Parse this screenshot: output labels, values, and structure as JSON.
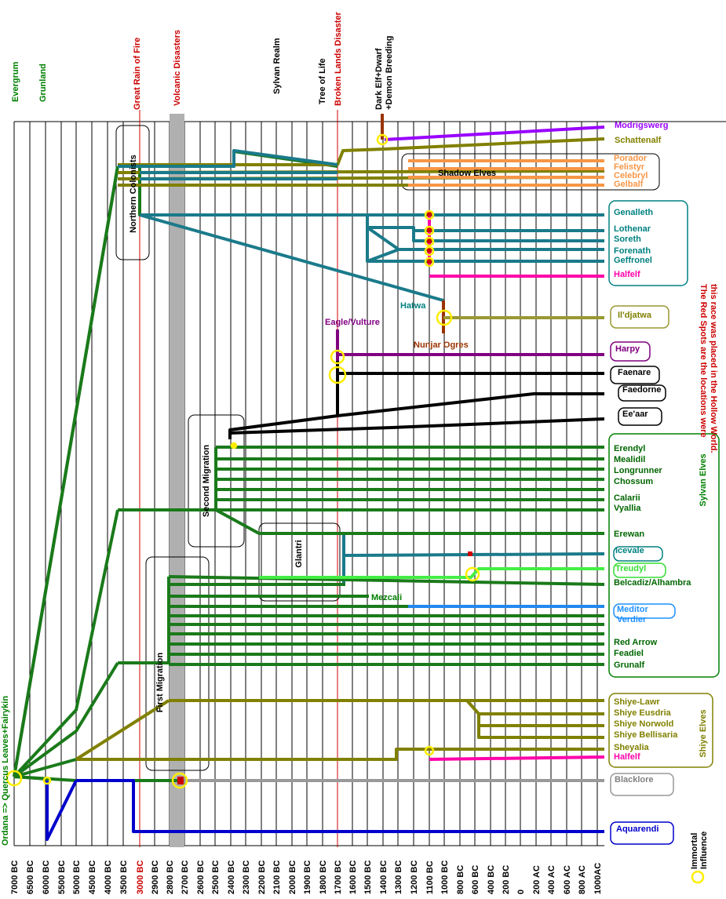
{
  "timeline": {
    "ticks": [
      "7000 BC",
      "6500 BC",
      "6000 BC",
      "5500 BC",
      "5000 BC",
      "4500 BC",
      "4000 BC",
      "3500 BC",
      "3000 BC",
      "2900 BC",
      "2800 BC",
      "2700 BC",
      "2600 BC",
      "2500 BC",
      "2400 BC",
      "2300 BC",
      "2200 BC",
      "2100 BC",
      "2000 BC",
      "1900 BC",
      "1800 BC",
      "1700 BC",
      "1600 BC",
      "1500 BC",
      "1400 BC",
      "1300 BC",
      "1200 BC",
      "1100 BC",
      "1000 BC",
      "800 BC",
      "600 BC",
      "400 BC",
      "200 BC",
      "0",
      "200 AC",
      "400 AC",
      "600 AC",
      "800 AC",
      "1000AC"
    ],
    "highlight_tick": "3000 BC"
  },
  "events": [
    {
      "label": "Evergrum",
      "color": "#008000"
    },
    {
      "label": "Grunland",
      "color": "#008000"
    },
    {
      "label": "Great Rain of Fire",
      "color": "#cc0000"
    },
    {
      "label": "Volcanic Disasters",
      "color": "#cc0000"
    },
    {
      "label": "Sylvan Realm",
      "color": "#000000"
    },
    {
      "label": "Tree of Life",
      "color": "#000000"
    },
    {
      "label": "Broken Lands Disaster",
      "color": "#cc0000"
    },
    {
      "label": "Dark Elf+Dwarf",
      "color": "#000000"
    },
    {
      "label": "+Demon Breeding",
      "color": "#000000"
    }
  ],
  "origin_label": "Ordana => Quercus Leaves+Fairykin",
  "migrations": [
    "Northern Colonists",
    "Second Migration",
    "First Migration",
    "Glantri"
  ],
  "inline_labels": {
    "shadow_elves": "Shadow Elves",
    "hatwa": "Hatwa",
    "eagle_vulture": "Eagle/Vulture",
    "nunjar_ogres": "Nunjar Ogres",
    "mezcali": "Mezcali"
  },
  "races": [
    {
      "name": "Modrigswerg",
      "color": "#9900ff"
    },
    {
      "name": "Schattenalf",
      "color": "#808000"
    },
    {
      "name": "Porador",
      "color": "#f79646"
    },
    {
      "name": "Felistyr",
      "color": "#f79646"
    },
    {
      "name": "Celebryl",
      "color": "#f79646"
    },
    {
      "name": "Gelbalf",
      "color": "#f79646"
    },
    {
      "name": "Genalleth",
      "color": "#008080"
    },
    {
      "name": "Lothenar",
      "color": "#008080"
    },
    {
      "name": "Soreth",
      "color": "#008080"
    },
    {
      "name": "Forenath",
      "color": "#008080"
    },
    {
      "name": "Geffronel",
      "color": "#008080"
    },
    {
      "name": "Halfelf",
      "color": "#ff00aa"
    },
    {
      "name": "Il'djatwa",
      "color": "#808000"
    },
    {
      "name": "Harpy",
      "color": "#800080"
    },
    {
      "name": "Faenare",
      "color": "#000000"
    },
    {
      "name": "Faedorne",
      "color": "#000000"
    },
    {
      "name": "Ee'aar",
      "color": "#000000"
    },
    {
      "name": "Erendyl",
      "color": "#006600"
    },
    {
      "name": "Mealidil",
      "color": "#006600"
    },
    {
      "name": "Longrunner",
      "color": "#006600"
    },
    {
      "name": "Chossum",
      "color": "#006600"
    },
    {
      "name": "Calarii",
      "color": "#006600"
    },
    {
      "name": "Vyallia",
      "color": "#006600"
    },
    {
      "name": "Erewan",
      "color": "#006600"
    },
    {
      "name": "Icevale",
      "color": "#008080"
    },
    {
      "name": "Treudyl",
      "color": "#33dd33"
    },
    {
      "name": "Belcadiz/Alhambra",
      "color": "#006600"
    },
    {
      "name": "Meditor",
      "color": "#1e90ff"
    },
    {
      "name": "Verdier",
      "color": "#1e90ff"
    },
    {
      "name": "Red Arrow",
      "color": "#006600"
    },
    {
      "name": "Feadiel",
      "color": "#006600"
    },
    {
      "name": "Grunalf",
      "color": "#006600"
    },
    {
      "name": "Shiye-Lawr",
      "color": "#808000"
    },
    {
      "name": "Shiye Eusdria",
      "color": "#808000"
    },
    {
      "name": "Shiye Norwold",
      "color": "#808000"
    },
    {
      "name": "Shiye Bellisaria",
      "color": "#808000"
    },
    {
      "name": "Sheyalia",
      "color": "#808000"
    },
    {
      "name": "Halfelf",
      "color": "#ff00aa"
    },
    {
      "name": "Blacklore",
      "color": "#808080"
    },
    {
      "name": "Aquarendi",
      "color": "#0000cc"
    }
  ],
  "group_labels": {
    "sylvan": "Sylvan Elves",
    "shiye": "Shiye Elves"
  },
  "note": "The Red Spots are the locations were this race was placed in the Hollow World.",
  "legend": {
    "line1": "Immortal",
    "line2": "Influence"
  }
}
